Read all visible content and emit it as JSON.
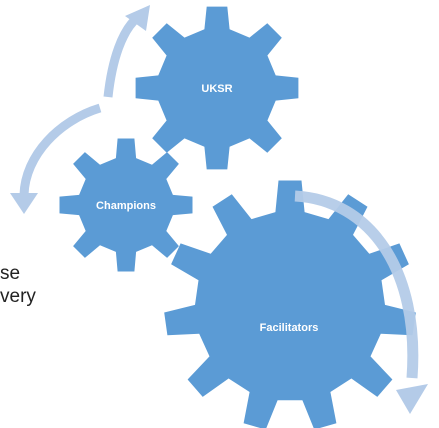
{
  "gears": {
    "uksr": {
      "label": "UKSR"
    },
    "champions": {
      "label": "Champions"
    },
    "facilitators": {
      "label": "Facilitators"
    }
  },
  "side_text": {
    "line1": "se",
    "line2": "very"
  },
  "colors": {
    "gear_fill": "#5B9BD5",
    "arrow_fill": "#B4CBE8",
    "label_color": "#FFFFFF"
  }
}
